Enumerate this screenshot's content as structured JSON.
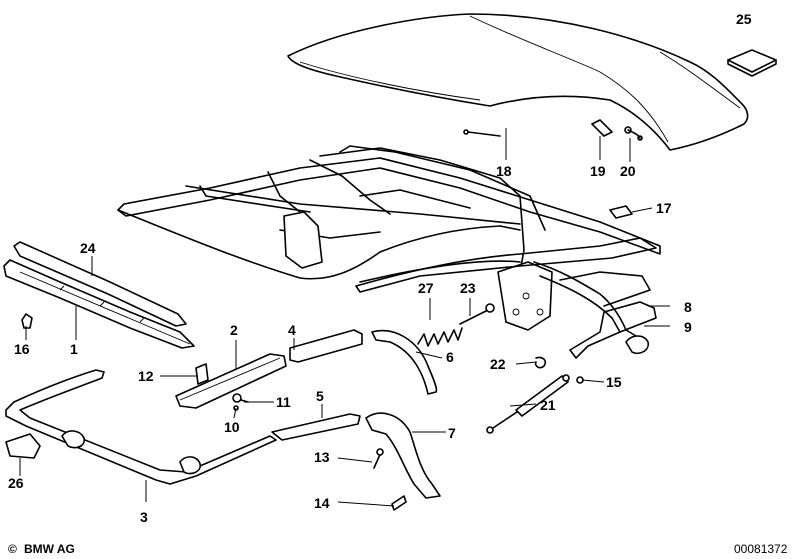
{
  "callouts": {
    "p1": "1",
    "p2": "2",
    "p3": "3",
    "p4": "4",
    "p5": "5",
    "p6": "6",
    "p7": "7",
    "p8": "8",
    "p9": "9",
    "p10": "10",
    "p11": "11",
    "p12": "12",
    "p13": "13",
    "p14": "14",
    "p15": "15",
    "p16": "16",
    "p17": "17",
    "p18": "18",
    "p19": "19",
    "p20": "20",
    "p21": "21",
    "p22": "22",
    "p23": "23",
    "p24": "24",
    "p25": "25",
    "p26": "26",
    "p27": "27"
  },
  "footer": {
    "copyright_symbol": "©",
    "brand": "BMW AG",
    "diagram_number": "00081372"
  }
}
